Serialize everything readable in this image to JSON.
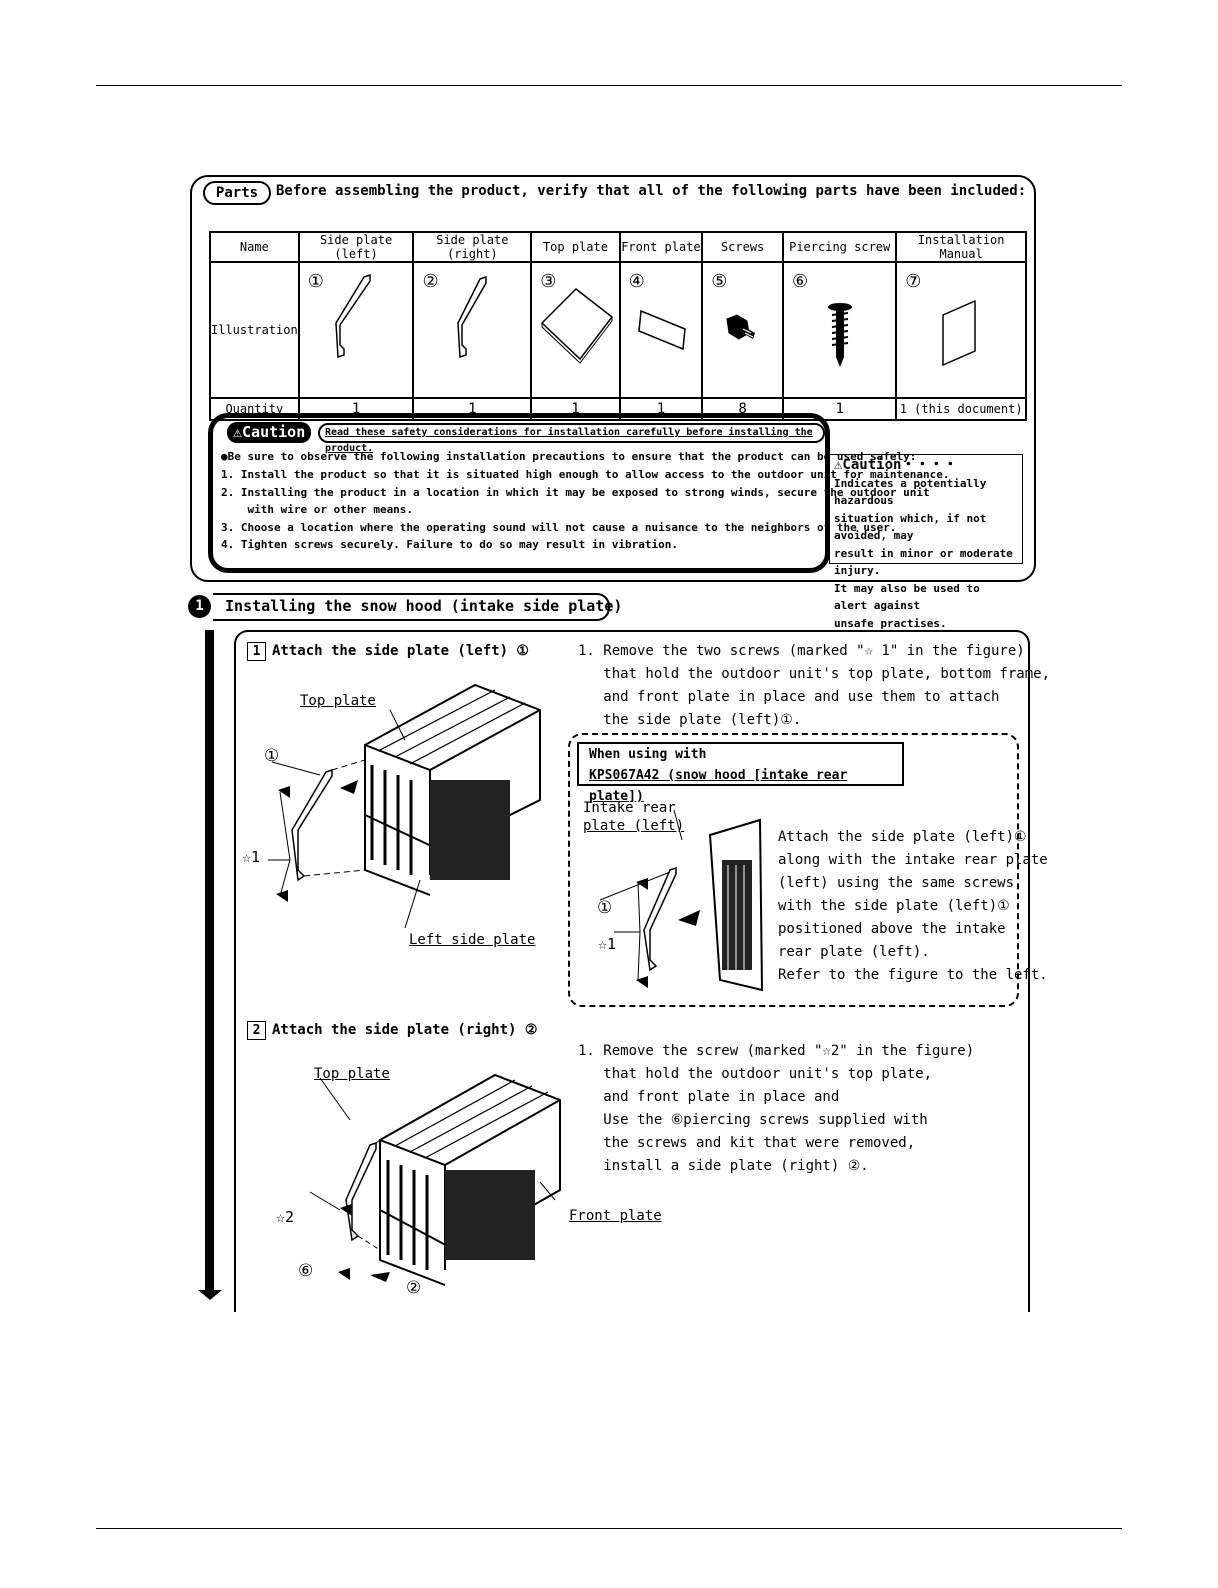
{
  "parts_box": {
    "badge": "Parts",
    "heading": "Before assembling the product, verify that all of the following parts have been included:",
    "row_labels": {
      "name": "Name",
      "illustration": "Illustration",
      "quantity": "Quantity"
    },
    "items": [
      {
        "num": "①",
        "name": "Side plate (left)",
        "qty": "1"
      },
      {
        "num": "②",
        "name": "Side plate (right)",
        "qty": "1"
      },
      {
        "num": "③",
        "name": "Top plate",
        "qty": "1"
      },
      {
        "num": "④",
        "name": "Front plate",
        "qty": "1"
      },
      {
        "num": "⑤",
        "name": "Screws",
        "qty": "8"
      },
      {
        "num": "⑥",
        "name": "Piercing screw",
        "qty": "1"
      },
      {
        "num": "⑦",
        "name": "Installation Manual",
        "qty": "1 (this document)"
      }
    ]
  },
  "caution": {
    "badge": "⚠Caution",
    "notice": "Read these safety considerations for installation carefully before installing the product.",
    "intro": "●Be sure to observe the following installation precautions to ensure that the product can be used safely:",
    "items": [
      "1. Install the product so that it is situated high enough to allow access to the outdoor unit for maintenance.",
      "2. Installing the product in a location in which it may be exposed to strong winds, secure the outdoor unit",
      "    with wire or other means.",
      "3. Choose a location where the operating sound will not cause a nuisance to the neighbors of the user.",
      "4. Tighten screws securely. Failure to do so may result in vibration."
    ],
    "legend_title": "⚠Caution・・・・",
    "legend_lines": [
      "Indicates a potentially hazardous",
      "situation which, if not avoided, may",
      "result in minor or moderate injury.",
      "It may also be used to alert against",
      "unsafe practises."
    ]
  },
  "section": {
    "number": "1",
    "title": "Installing the snow hood (intake side plate)"
  },
  "step1": {
    "num": "1",
    "title": "Attach the side plate (left) ①",
    "instructions": "1. Remove the two screws (marked \"☆ 1\" in the figure)\n   that hold the outdoor unit's top plate, bottom frame,\n   and front plate in place and use them to attach\n   the side plate (left)①.",
    "labels": {
      "top_plate": "Top plate",
      "left_side_plate": "Left side plate",
      "circle1": "①",
      "star1": "☆1"
    },
    "kit_box": {
      "line1": "When using with",
      "line2": "KPS067A42 (snow hood [intake rear plate])",
      "intake_label_1": "Intake rear",
      "intake_label_2": "plate (left)",
      "circle1": "①",
      "star1": "☆1",
      "text": "Attach the side plate (left)①\nalong with the intake rear plate\n(left) using the same screws,\nwith the side plate (left)①\npositioned above the intake\nrear plate (left).\nRefer to the figure to the left."
    }
  },
  "step2": {
    "num": "2",
    "title": "Attach the side plate (right) ②",
    "instructions": "1. Remove the screw (marked \"☆2\" in the figure)\n   that hold the outdoor unit's top plate,\n   and front plate in place and\n   Use the ⑥piercing screws supplied with\n   the screws and kit that were removed,\n   install a side plate (right) ②.",
    "labels": {
      "top_plate": "Top plate",
      "front_plate": "Front plate",
      "star2": "☆2",
      "circle6": "⑥",
      "circle2": "②"
    }
  }
}
